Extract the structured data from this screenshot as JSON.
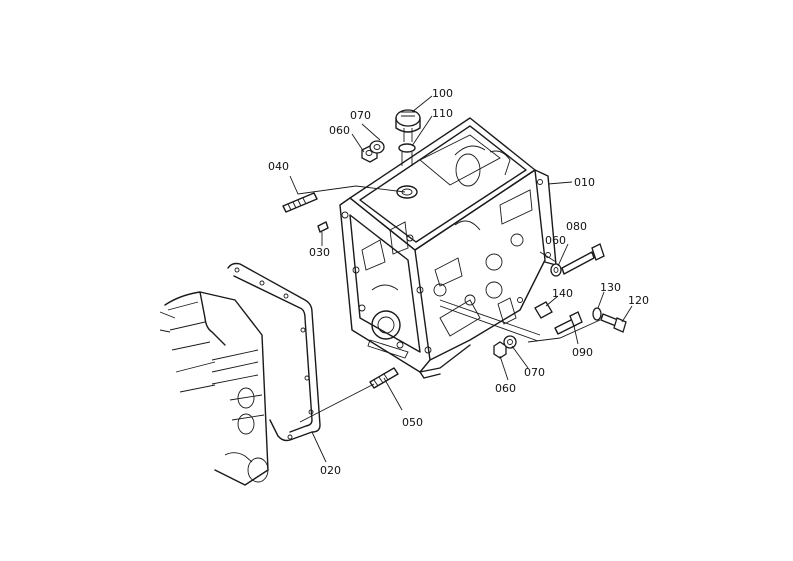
{
  "diagram": {
    "callouts": [
      {
        "id": "c100",
        "text": "100"
      },
      {
        "id": "c110",
        "text": "110"
      },
      {
        "id": "c070a",
        "text": "070"
      },
      {
        "id": "c060a",
        "text": "060"
      },
      {
        "id": "c010",
        "text": "010"
      },
      {
        "id": "c040",
        "text": "040"
      },
      {
        "id": "c080",
        "text": "080"
      },
      {
        "id": "c060b",
        "text": "060"
      },
      {
        "id": "c030",
        "text": "030"
      },
      {
        "id": "c140",
        "text": "140"
      },
      {
        "id": "c130",
        "text": "130"
      },
      {
        "id": "c120",
        "text": "120"
      },
      {
        "id": "c090",
        "text": "090"
      },
      {
        "id": "c070b",
        "text": "070"
      },
      {
        "id": "c060c",
        "text": "060"
      },
      {
        "id": "c050",
        "text": "050"
      },
      {
        "id": "c020",
        "text": "020"
      }
    ]
  }
}
